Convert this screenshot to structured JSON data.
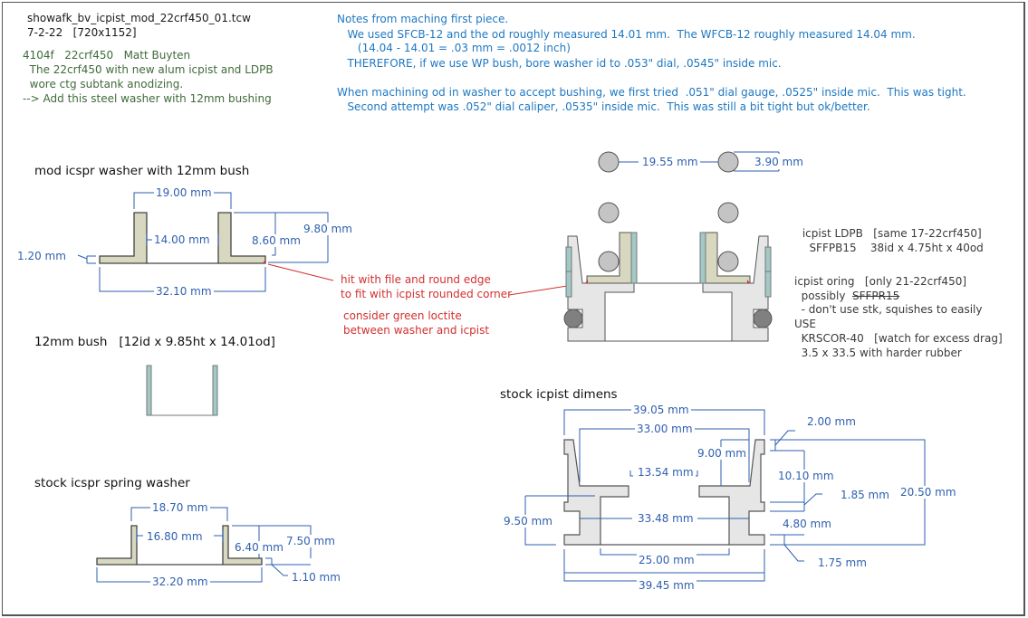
{
  "header": {
    "filename": "showafk_bv_icpist_mod_22crf450_01.tcw",
    "date_line": "7-2-22   [720x1152]"
  },
  "job_note": [
    "4104f   22crf450   Matt Buyten",
    "  The 22crf450 with new alum icpist and LDPB",
    "  wore ctg subtank anodizing.",
    "--> Add this steel washer with 12mm bushing"
  ],
  "machining_notes": [
    "Notes from maching first piece.",
    "   We used SFCB-12 and the od roughly measured 14.01 mm.  The WFCB-12 roughly measured 14.04 mm.",
    "      (14.04 - 14.01 = .03 mm = .0012 inch)",
    "   THEREFORE, if we use WP bush, bore washer id to .053\" dial, .0545\" inside mic.",
    "",
    "When machining od in washer to accept bushing, we first tried  .051\" dial gauge, .0525\" inside mic.  This was tight.",
    "   Second attempt was .052\" dial caliper, .0535\" inside mic.  This was still a bit tight but ok/better."
  ],
  "mod_washer": {
    "title": "mod icspr washer with 12mm bush",
    "dims": {
      "top_width": "19.00 mm",
      "inner_width": "14.00 mm",
      "inner_height": "8.60 mm",
      "total_height": "9.80 mm",
      "flange_thickness": "1.20 mm",
      "overall_width": "32.10 mm"
    }
  },
  "annotations": {
    "file_edge": [
      "hit with file and round edge",
      "to fit with icpist rounded corner"
    ],
    "loctite": [
      "consider green loctite",
      "between washer and icpist"
    ]
  },
  "bush": {
    "title": "12mm bush   [12id x 9.85ht x 14.01od]"
  },
  "stock_washer": {
    "title": "stock icspr spring washer",
    "dims": {
      "top_width": "18.70 mm",
      "inner_width": "16.80 mm",
      "inner_height": "6.40 mm",
      "total_height": "7.50 mm",
      "flange_thickness": "1.10 mm",
      "overall_width": "32.20 mm"
    }
  },
  "assembly": {
    "dims": {
      "ball_spacing": "19.55 mm",
      "ball_diameter": "3.90 mm"
    }
  },
  "parts_notes": [
    " icpist LDPB   [same 17-22crf450]",
    "   SFFPB15    38id x 4.75ht x 40od",
    "",
    "icpist oring   [only 21-22crf450]",
    "  possibly  ",
    "  - don't use stk, squishes to easily",
    "USE",
    "  KRSCOR-40   [watch for excess drag]",
    "  3.5 x 33.5 with harder rubber"
  ],
  "struck_part": "SFFPR15",
  "stock_icpist": {
    "title": "stock icpist dimens",
    "dims": {
      "top_outer": "39.05 mm",
      "top_inner": "33.00 mm",
      "lip_height": "9.00 mm",
      "bore_top": "13.54 mm",
      "mid_width": "33.48 mm",
      "bore_bottom": "25.00 mm",
      "bottom_outer": "39.45 mm",
      "groove_height": "9.50 mm",
      "top_lip": "2.00 mm",
      "upper_height": "10.10 mm",
      "step": "1.85 mm",
      "groove": "4.80 mm",
      "base": "1.75 mm",
      "total_height": "20.50 mm"
    }
  },
  "colors": {
    "dimension_blue": "#2e5fb0",
    "washer_fill": "#d8d8c0",
    "bush_fill": "#a3c9c6",
    "piston_fill": "#e6e6e6",
    "ball_fill": "#c4c4c4",
    "oring_fill": "#808080",
    "note_red": "#d32f2f",
    "note_green": "#3f6b3a",
    "note_blue": "#1f78c1"
  }
}
